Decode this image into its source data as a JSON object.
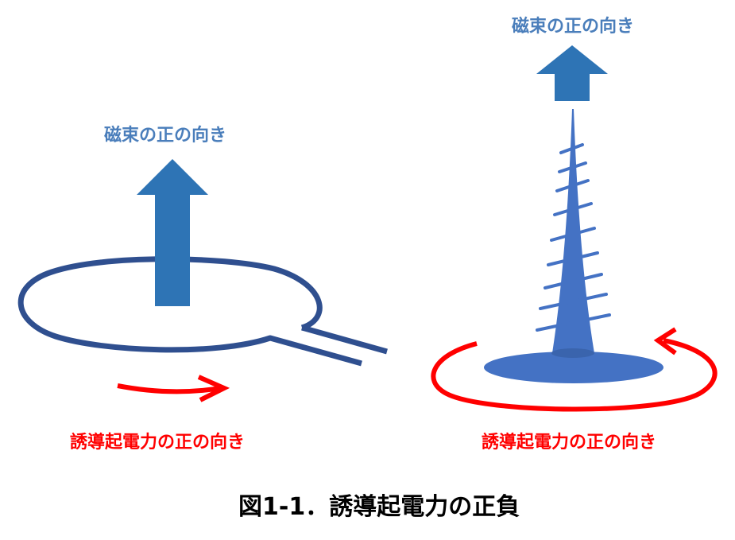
{
  "colors": {
    "loop": "#2f4f8f",
    "arrow_blue": "#2e74b5",
    "cone_blue": "#4472c4",
    "label_blue": "#4a7ebb",
    "emf_red": "#ff0000",
    "caption": "#000000"
  },
  "left_panel": {
    "flux_label": "磁束の正の向き",
    "emf_label": "誘導起電力の正の向き"
  },
  "right_panel": {
    "flux_label": "磁束の正の向き",
    "emf_label": "誘導起電力の正の向き"
  },
  "caption": "図1-1．誘導起電力の正負"
}
